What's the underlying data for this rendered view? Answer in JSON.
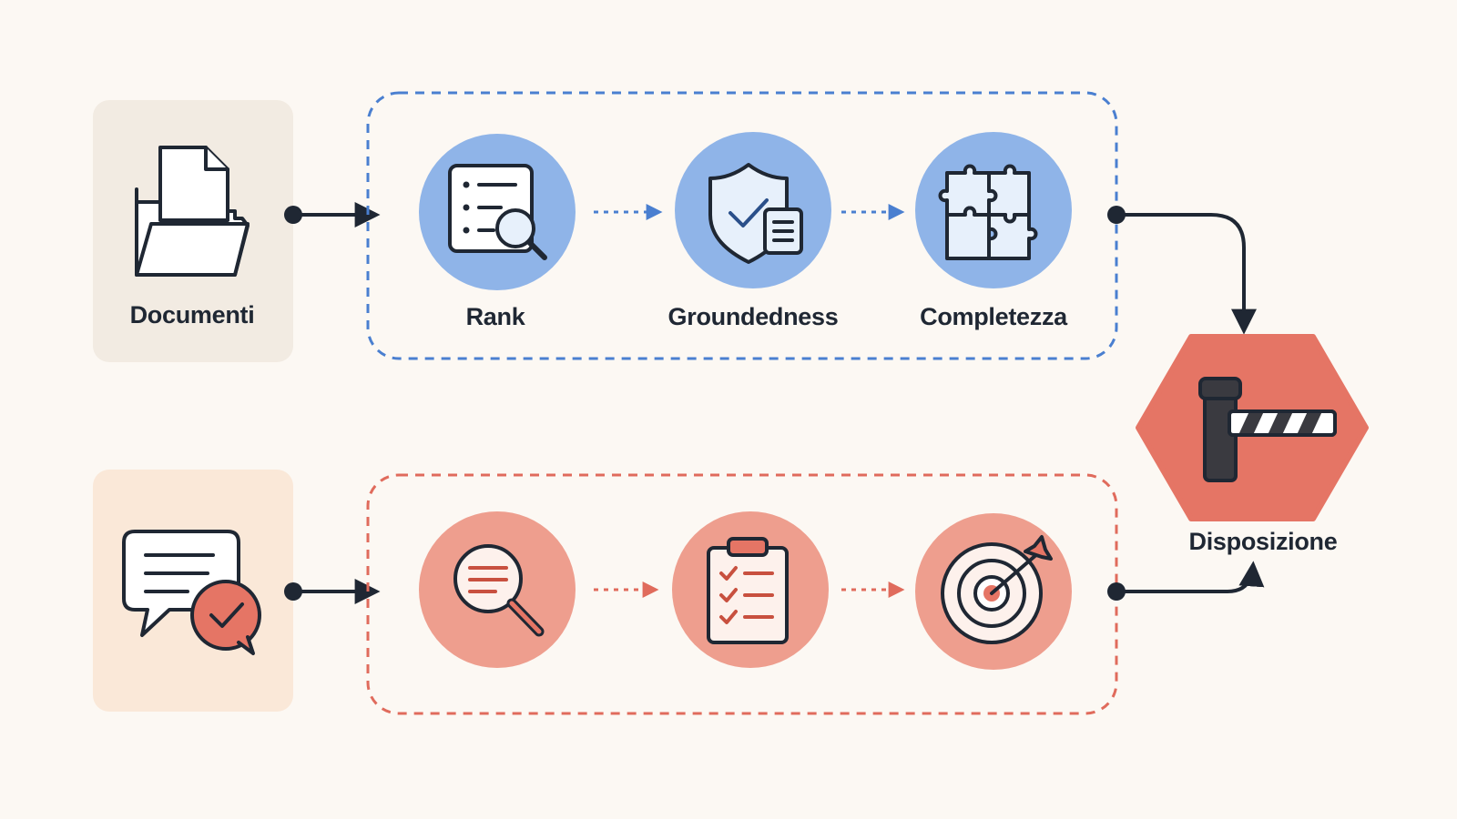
{
  "labels": {
    "documents": "Documenti",
    "rank": "Rank",
    "groundedness": "Groundedness",
    "completeness": "Completezza",
    "disposition": "Disposizione"
  },
  "icons": {
    "documents": "folder-document-icon",
    "rank": "ranked-list-search-icon",
    "groundedness": "shield-check-document-icon",
    "completeness": "puzzle-icon",
    "disposition": "barrier-gate-icon",
    "answer": "chat-check-icon",
    "answer_search": "magnifier-text-icon",
    "checklist": "clipboard-checklist-icon",
    "target": "target-arrow-icon"
  },
  "colors": {
    "background": "#fcf8f3",
    "blue_fill": "#8fb4e8",
    "blue_border": "#4a7fd0",
    "red_fill": "#ee9e8e",
    "red_border": "#e06b5c",
    "gate_fill": "#e57565",
    "ink": "#1f2733"
  }
}
